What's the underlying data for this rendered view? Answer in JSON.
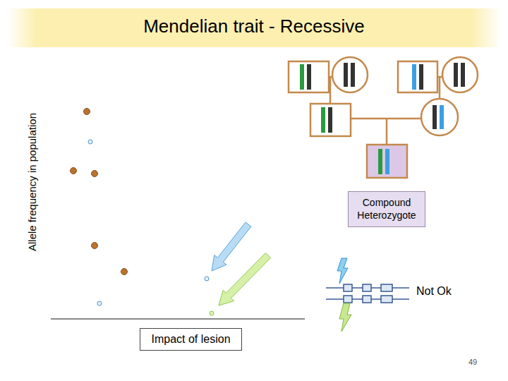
{
  "diagram": {
    "title": "Mendelian trait - Recessive",
    "nodes": [
      {
        "text": [
          "Compound Heterozygote"
        ]
      },
      {
        "text": [
          "Impact of lesion"
        ]
      }
    ],
    "labels": [
      "Allele frequency in population",
      "Not Ok",
      "49"
    ]
  }
}
